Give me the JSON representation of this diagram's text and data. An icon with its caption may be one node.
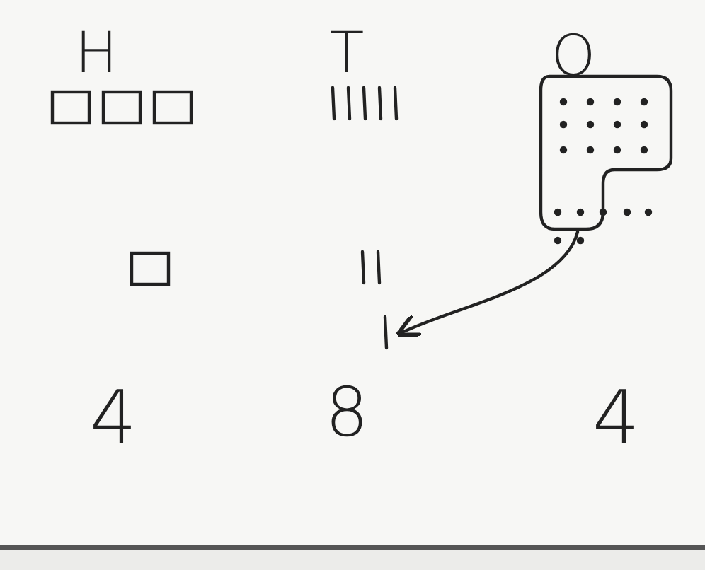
{
  "diagram": {
    "nodes": [
      {
        "text": [],
        "shape": "loop"
      },
      {
        "text": [],
        "shape": "bar"
      }
    ],
    "edges": [
      {
        "from": 0,
        "to": 1,
        "arrow": "to"
      }
    ],
    "labels": [
      "H",
      "T",
      "O",
      "4",
      "8",
      "4"
    ]
  }
}
